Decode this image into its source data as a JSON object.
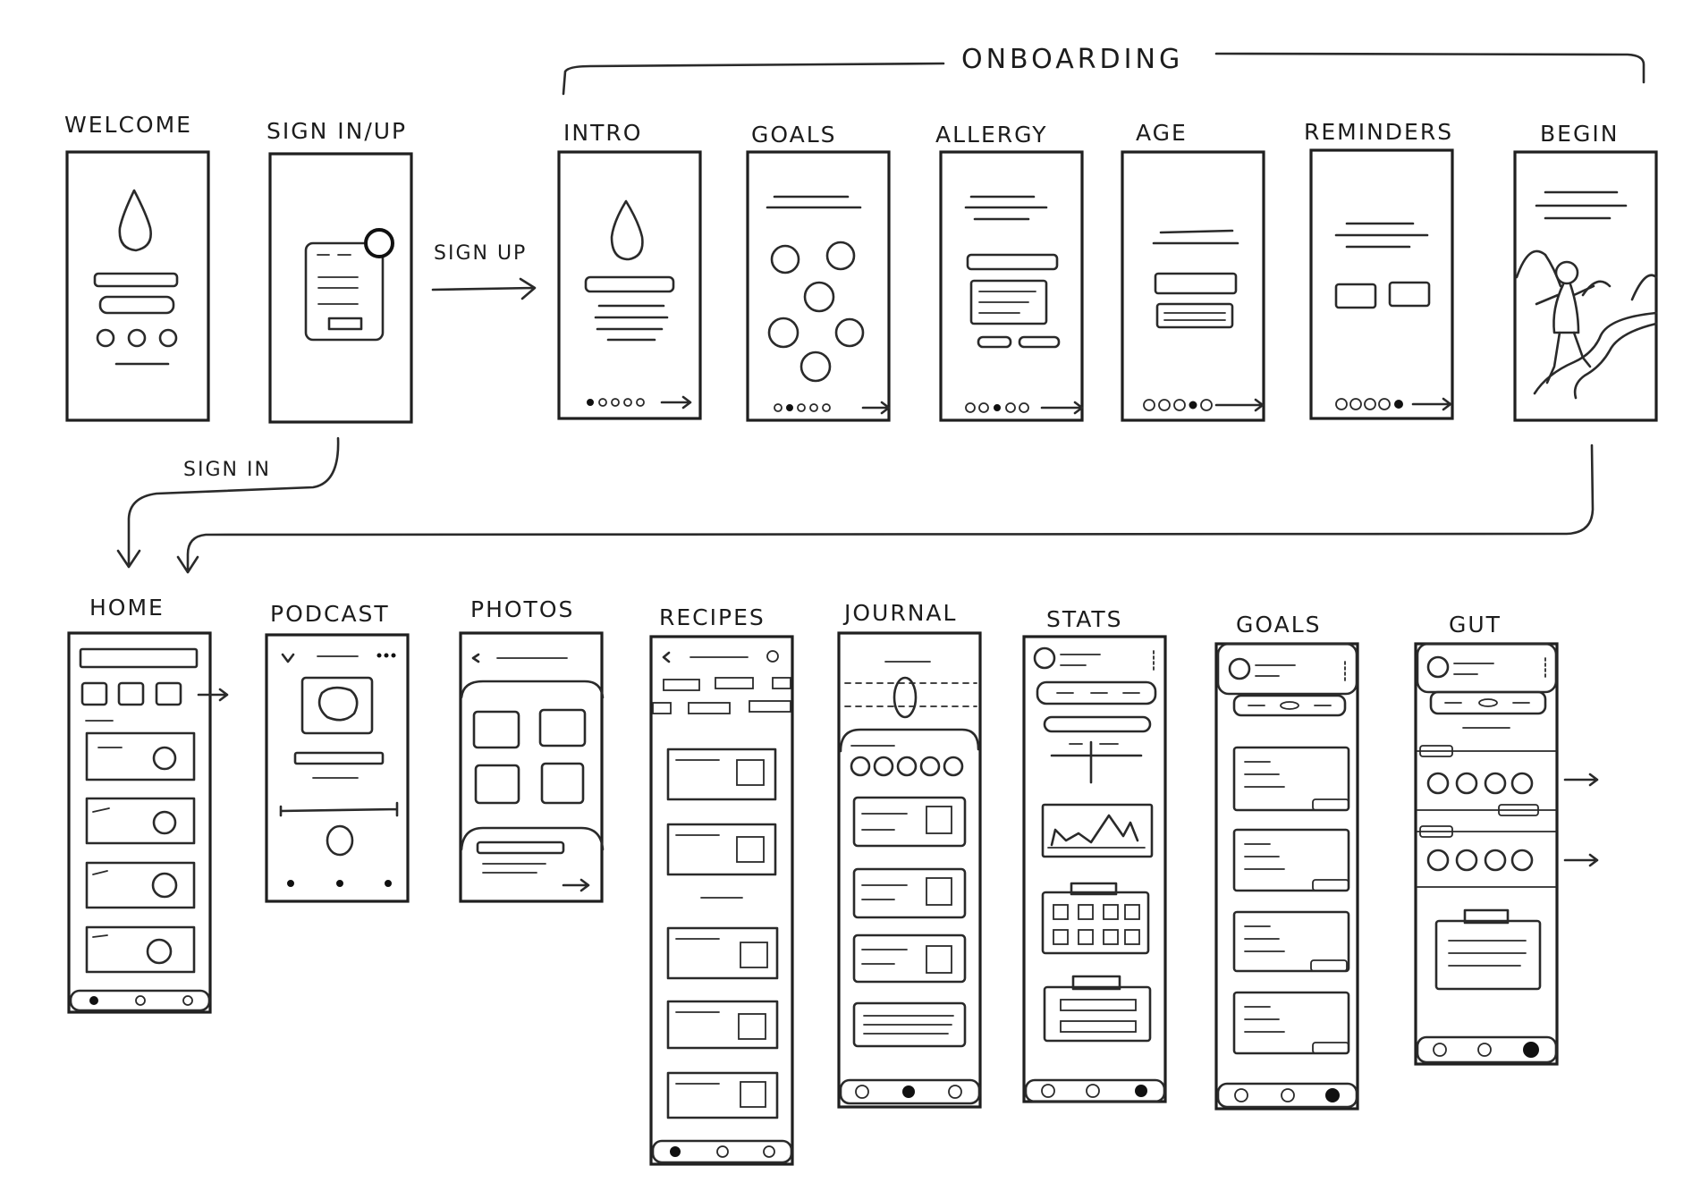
{
  "title": "ONBOARDING",
  "arrows": {
    "sign_up": "SIGN UP",
    "sign_in": "SIGN IN"
  },
  "top_row": [
    {
      "id": "welcome",
      "label": "WELCOME"
    },
    {
      "id": "signin",
      "label": "SIGN IN/UP"
    },
    {
      "id": "intro",
      "label": "INTRO"
    },
    {
      "id": "goals-onb",
      "label": "GOALS"
    },
    {
      "id": "allergy",
      "label": "ALLERGY"
    },
    {
      "id": "age",
      "label": "AGE"
    },
    {
      "id": "reminders",
      "label": "REMINDERS"
    },
    {
      "id": "begin",
      "label": "BEGIN"
    }
  ],
  "bottom_row": [
    {
      "id": "home",
      "label": "HOME"
    },
    {
      "id": "podcast",
      "label": "PODCAST"
    },
    {
      "id": "photos",
      "label": "PHOTOS"
    },
    {
      "id": "recipes",
      "label": "RECIPES"
    },
    {
      "id": "journal",
      "label": "JOURNAL"
    },
    {
      "id": "stats",
      "label": "STATS"
    },
    {
      "id": "goals",
      "label": "GOALS"
    },
    {
      "id": "gut",
      "label": "GUT"
    }
  ],
  "colors": {
    "ink": "#1f1f1f",
    "paper": "#ffffff"
  }
}
